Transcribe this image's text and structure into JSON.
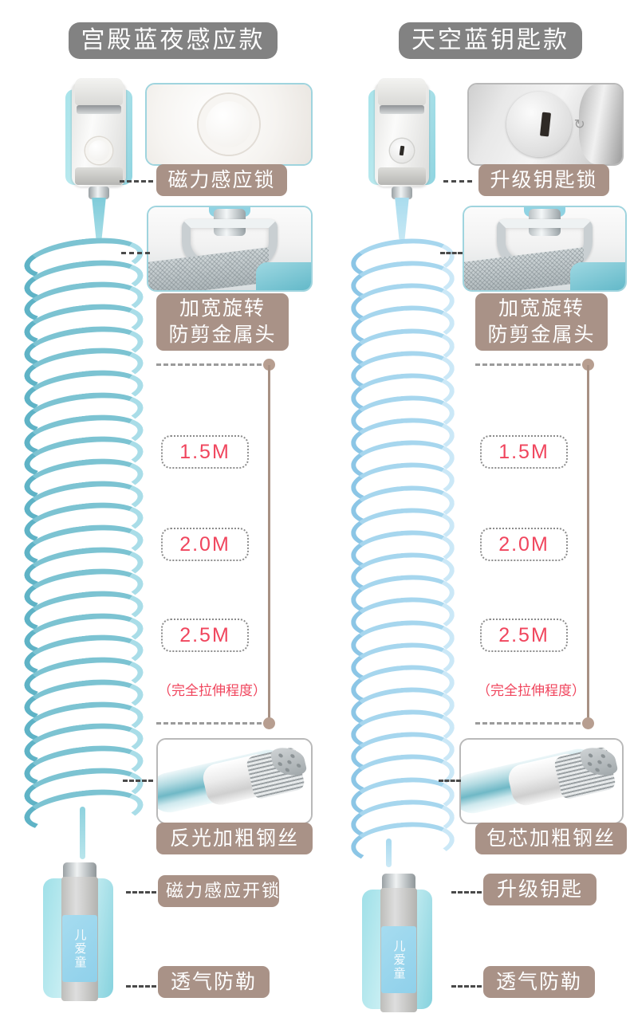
{
  "page": {
    "background": "#ffffff",
    "accent_label_bg": "#a99287",
    "accent_header_bg": "#828282",
    "measure_text_color": "#f0455d",
    "bracket_color": "#a89184"
  },
  "columns": [
    {
      "id": "left",
      "header": "宫殿蓝夜感应款",
      "lock_photo": "magnetic-lock-face",
      "callouts": {
        "lock": "磁力感应锁",
        "clasp": {
          "line1": "加宽旋转",
          "line2": "防剪金属头"
        },
        "wire": "反光加粗钢丝",
        "unlock": "磁力感应开锁",
        "strap": "透气防勒"
      },
      "band_brand": "儿爱童"
    },
    {
      "id": "right",
      "header": "天空蓝钥匙款",
      "lock_photo": "key-lock-face",
      "callouts": {
        "lock": "升级钥匙锁",
        "clasp": {
          "line1": "加宽旋转",
          "line2": "防剪金属头"
        },
        "wire": "包芯加粗钢丝",
        "unlock": "升级钥匙",
        "strap": "透气防勒"
      },
      "band_brand": "儿爱童"
    }
  ],
  "measurements": {
    "badges": [
      "1.5M",
      "2.0M",
      "2.5M"
    ],
    "note": "（完全拉伸程度）"
  }
}
